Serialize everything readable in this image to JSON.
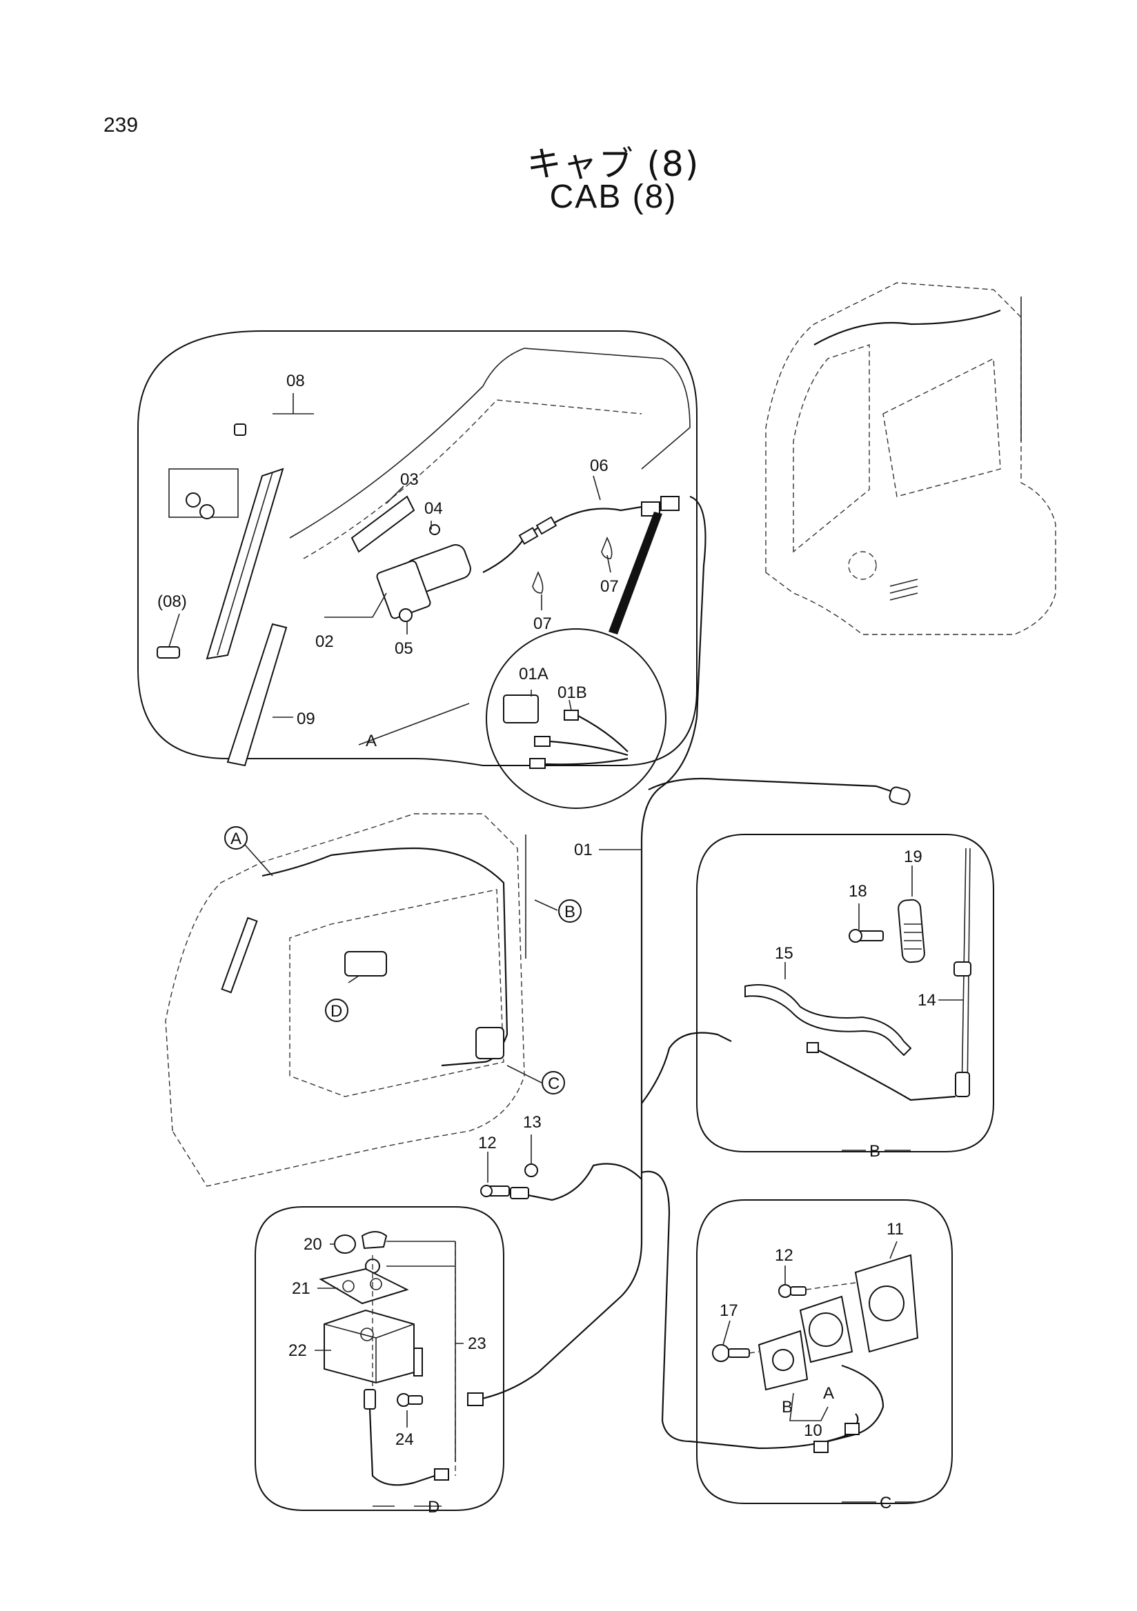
{
  "page_number": "239",
  "title_jp": "キャブ (8)",
  "title_en": "CAB (8)",
  "part_labels": {
    "p08": "08",
    "p08b": "(08)",
    "p03": "03",
    "p04": "04",
    "p06": "06",
    "p07a": "07",
    "p07b": "07",
    "p02": "02",
    "p05": "05",
    "p09": "09",
    "p01a": "01A",
    "p01b": "01B",
    "p01": "01",
    "p19": "19",
    "p18": "18",
    "p15": "15",
    "p14": "14",
    "p13": "13",
    "p12a": "12",
    "p20": "20",
    "p21": "21",
    "p22": "22",
    "p23": "23",
    "p24": "24",
    "p11": "11",
    "p12b": "12",
    "p17": "17",
    "p10": "10",
    "pA_inner": "A",
    "pB_inner": "B"
  },
  "detail_labels": {
    "A": "A",
    "B": "B",
    "C": "C",
    "D": "D"
  },
  "callouts": {
    "A": "A",
    "B": "B",
    "C": "C",
    "D": "D"
  }
}
